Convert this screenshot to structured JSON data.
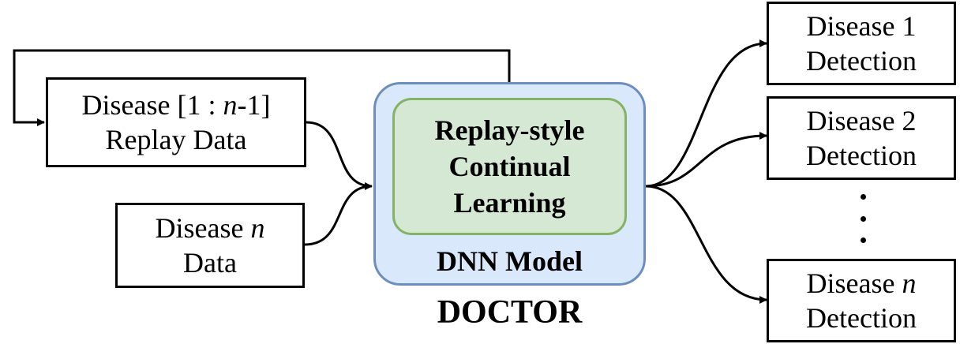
{
  "inputs": {
    "replay_box": {
      "line1_prefix": "Disease [1 : ",
      "line1_var": "n",
      "line1_suffix": "-1]",
      "line2": "Replay Data"
    },
    "new_box": {
      "line1_prefix": "Disease ",
      "line1_var": "n",
      "line2": "Data"
    }
  },
  "model": {
    "inner_lines": [
      "Replay-style",
      "Continual",
      "Learning"
    ],
    "label": "DNN Model",
    "system_label": "DOCTOR"
  },
  "outputs": [
    {
      "line1_prefix": "Disease ",
      "line1_var": "",
      "line1_suffix": "1",
      "line2": "Detection"
    },
    {
      "line1_prefix": "Disease ",
      "line1_var": "",
      "line1_suffix": "2",
      "line2": "Detection"
    },
    {
      "line1_prefix": "Disease ",
      "line1_var": "n",
      "line1_suffix": "",
      "line2": "Detection"
    }
  ],
  "colors": {
    "model_fill": "#dae8fc",
    "model_border": "#6c8ebf",
    "learning_fill": "#d5e8d4",
    "learning_border": "#82b366",
    "stroke": "#000000"
  }
}
